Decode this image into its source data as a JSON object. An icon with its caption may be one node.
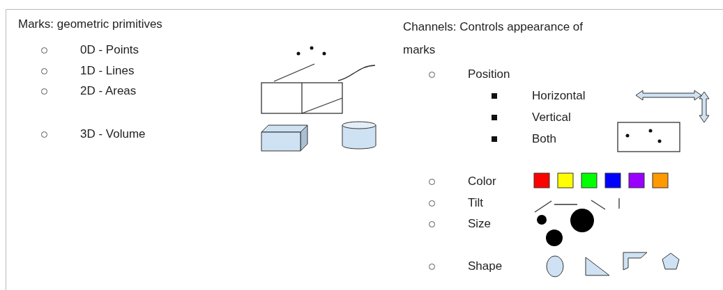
{
  "diagram": {
    "labels": [
      "Marks: geometric primitives",
      "0D - Points",
      "1D - Lines",
      "2D - Areas",
      "3D - Volume",
      "Channels: Controls appearance of marks",
      "Position",
      "Horizontal",
      "Vertical",
      "Both",
      "Color",
      "Tilt",
      "Size",
      "Shape"
    ]
  }
}
